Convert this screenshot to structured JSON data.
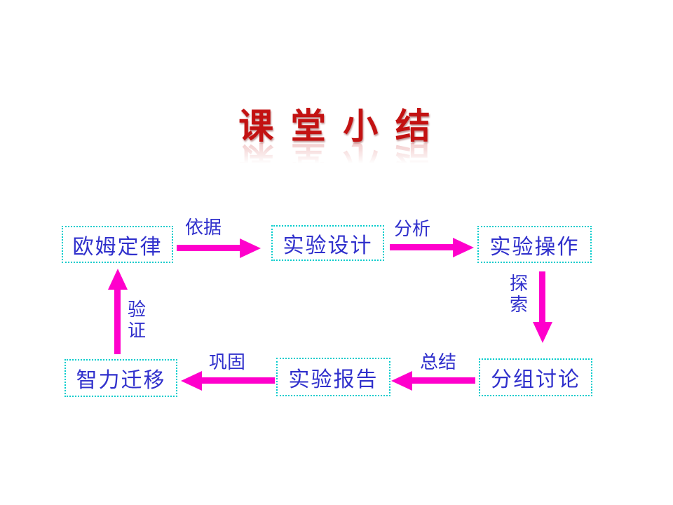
{
  "title": {
    "text": "课 堂 小 结"
  },
  "colors": {
    "background": "#ffffff",
    "title_red": "#c31212",
    "node_border_cyan": "#00cccc",
    "node_text_blue": "#3030cc",
    "arrow_magenta": "#ff00cc"
  },
  "diagram": {
    "nodes": [
      {
        "id": "ohm-law",
        "label": "欧姆定律"
      },
      {
        "id": "experiment-design",
        "label": "实验设计"
      },
      {
        "id": "experiment-operation",
        "label": "实验操作"
      },
      {
        "id": "group-discussion",
        "label": "分组讨论"
      },
      {
        "id": "experiment-report",
        "label": "实验报告"
      },
      {
        "id": "intelligence-transfer",
        "label": "智力迁移"
      }
    ],
    "edges": [
      {
        "from": "欧姆定律",
        "to": "实验设计",
        "label": "依据",
        "direction": "right"
      },
      {
        "from": "实验设计",
        "to": "实验操作",
        "label": "分析",
        "direction": "right"
      },
      {
        "from": "实验操作",
        "to": "分组讨论",
        "label": "探索",
        "direction": "down"
      },
      {
        "from": "分组讨论",
        "to": "实验报告",
        "label": "总结",
        "direction": "left"
      },
      {
        "from": "实验报告",
        "to": "智力迁移",
        "label": "巩固",
        "direction": "left"
      },
      {
        "from": "智力迁移",
        "to": "欧姆定律",
        "label": "验证",
        "direction": "up"
      }
    ]
  }
}
